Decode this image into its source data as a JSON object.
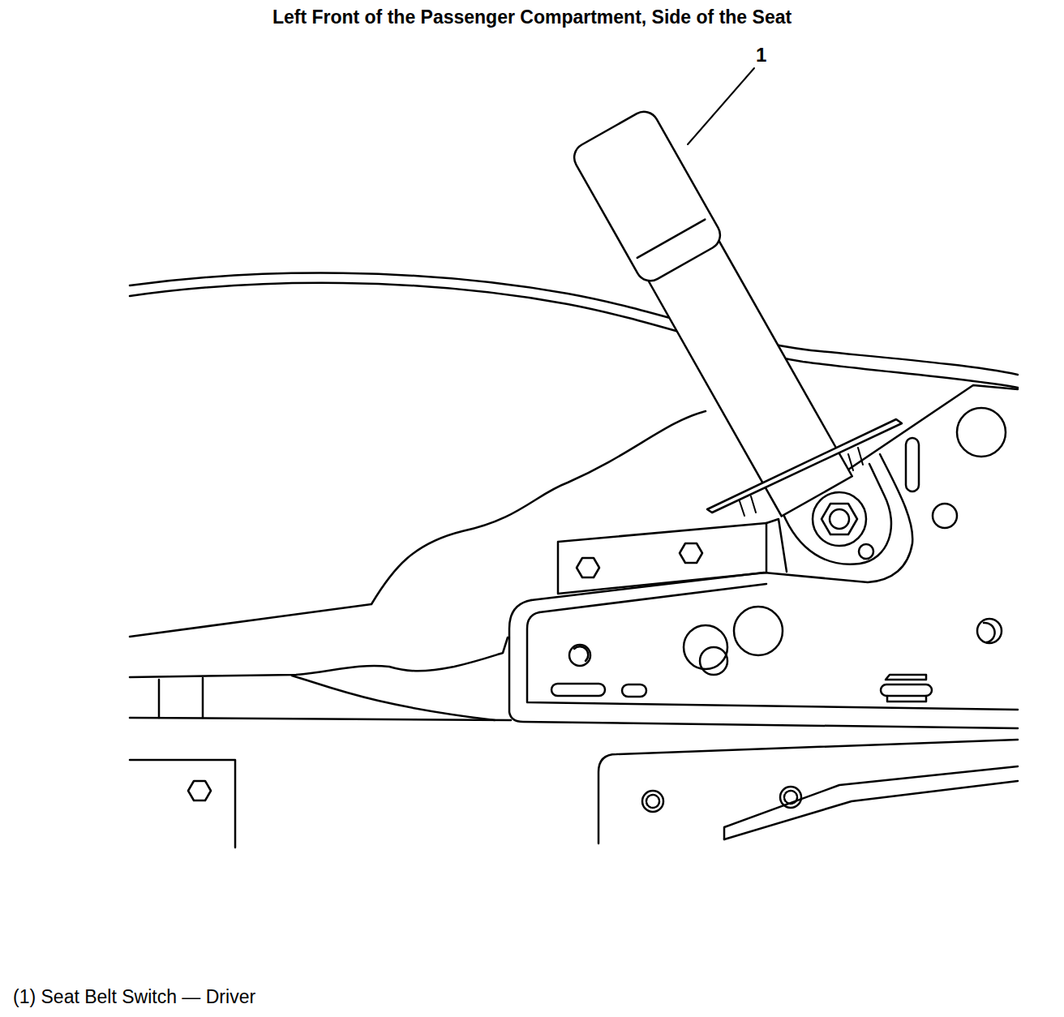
{
  "diagram": {
    "title": "Left Front of the Passenger Compartment, Side of the Seat",
    "caption": "(1) Seat Belt Switch — Driver",
    "labels": [
      "1"
    ]
  }
}
